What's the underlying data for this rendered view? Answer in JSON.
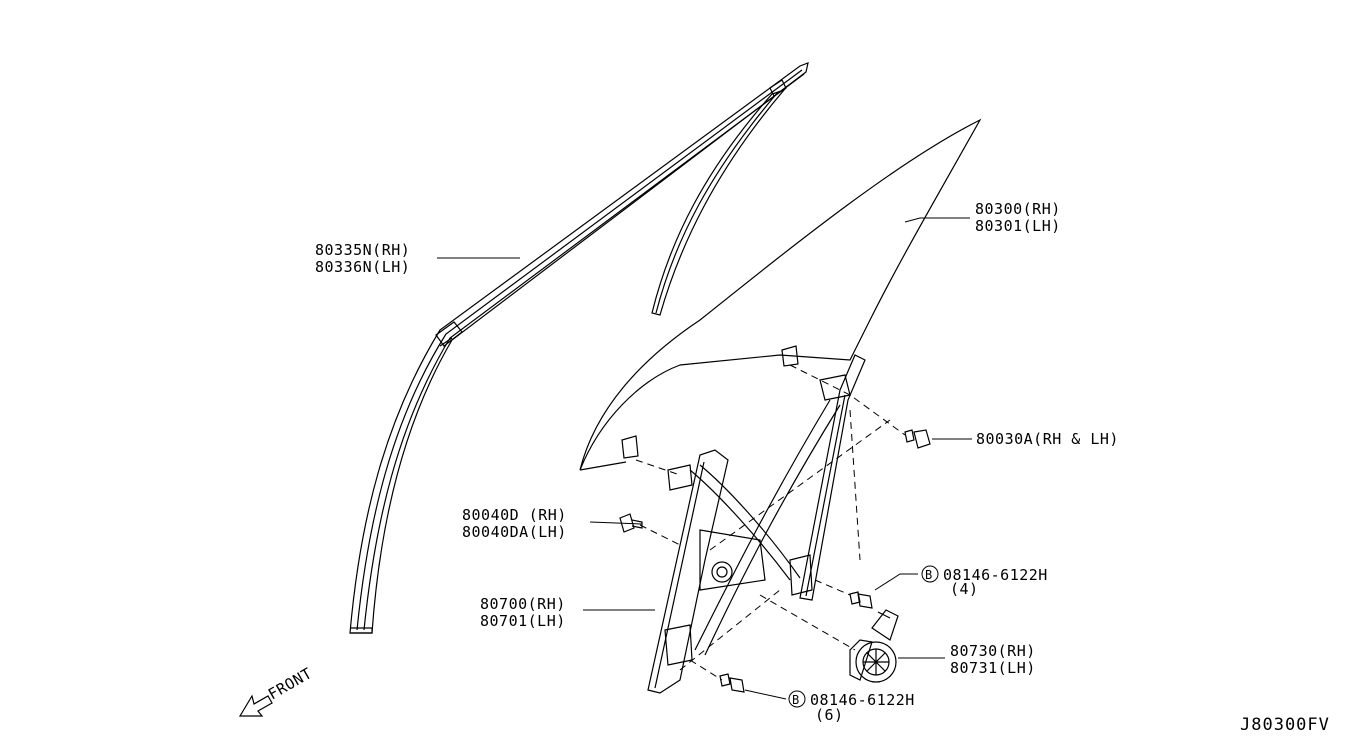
{
  "callouts": [
    {
      "id": "sash",
      "lines": [
        "80335N(RH)",
        "80336N(LH)"
      ]
    },
    {
      "id": "glass",
      "lines": [
        "80300(RH)",
        "80301(LH)"
      ]
    },
    {
      "id": "clip",
      "lines": [
        "80030A(RH & LH)"
      ]
    },
    {
      "id": "bolt_d",
      "lines": [
        "80040D (RH)",
        "80040DA(LH)"
      ]
    },
    {
      "id": "bolt_b4",
      "circled": "B",
      "lines": [
        "08146-6122H",
        "(4)"
      ]
    },
    {
      "id": "regulator",
      "lines": [
        "80700(RH)",
        "80701(LH)"
      ]
    },
    {
      "id": "motor",
      "lines": [
        "80730(RH)",
        "80731(LH)"
      ]
    },
    {
      "id": "bolt_b6",
      "circled": "B",
      "lines": [
        "08146-6122H",
        "(6)"
      ]
    }
  ],
  "front_label": "FRONT",
  "diagram_ref": "J80300FV"
}
